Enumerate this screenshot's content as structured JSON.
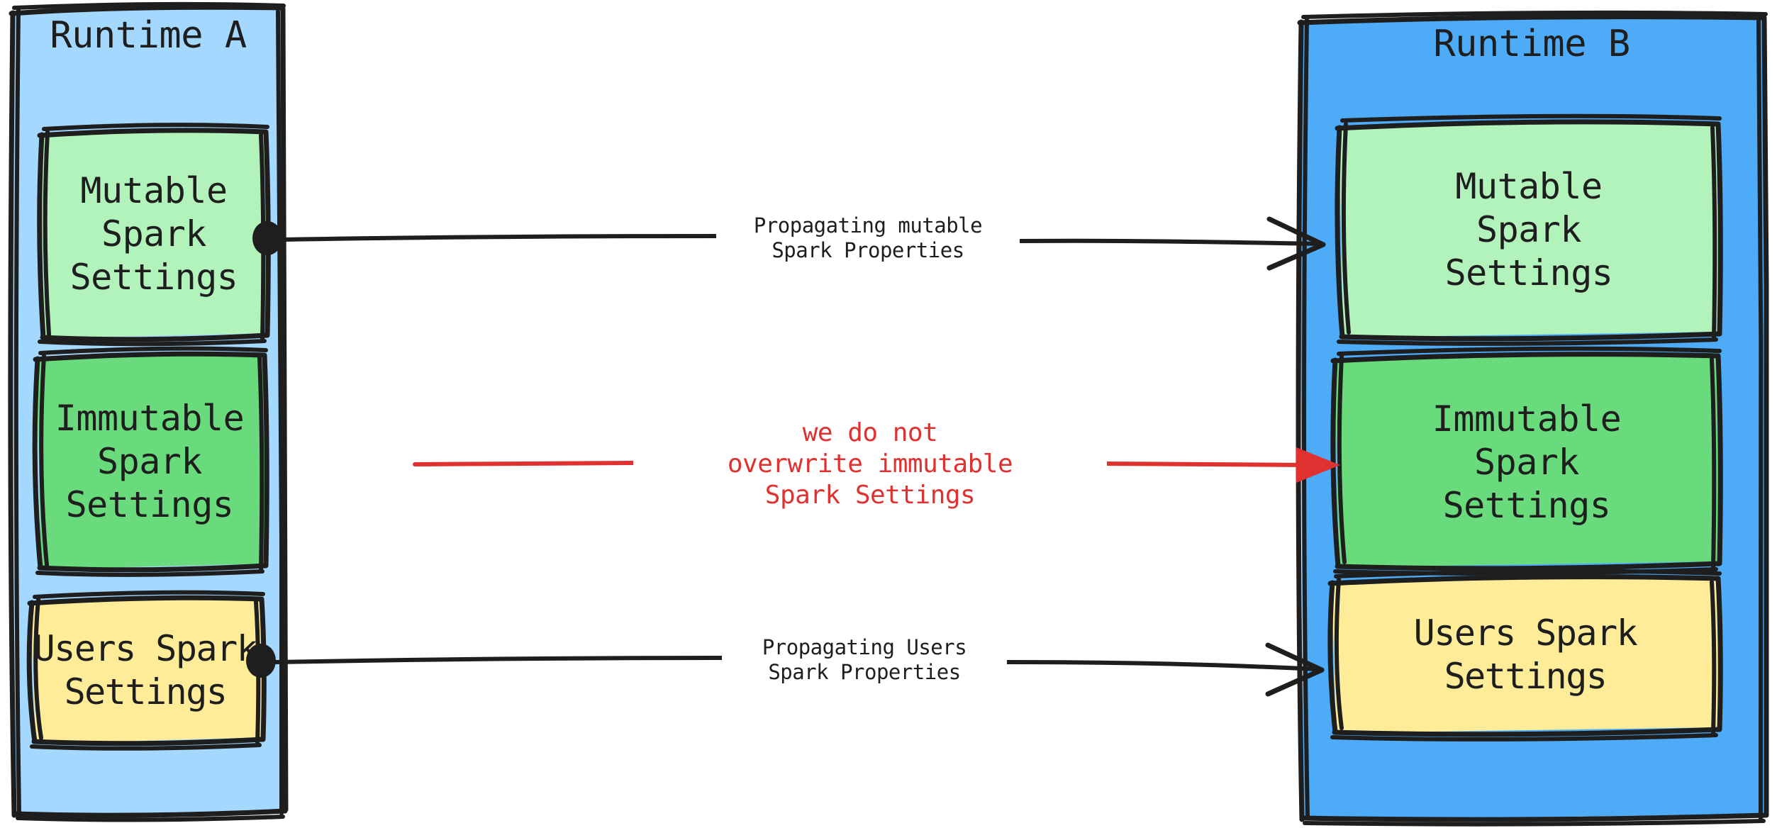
{
  "diagram": {
    "title": "Spark settings propagation between runtimes",
    "background": "#ffffff",
    "colors": {
      "stroke": "#1e1e1e",
      "red": "#e03131",
      "runtime_a_fill": "#a5d8ff",
      "runtime_b_fill": "#4dabf7",
      "mutable_fill": "#b2f2bb",
      "immutable_fill": "#69db7c",
      "users_fill": "#ffec99",
      "text": "#1e1e1e"
    }
  },
  "runtime_a": {
    "title": "Runtime A",
    "boxes": [
      {
        "id": "a-mutable",
        "label": "Mutable\nSpark\nSettings",
        "fill": "#b2f2bb"
      },
      {
        "id": "a-immutable",
        "label": "Immutable\nSpark\nSettings",
        "fill": "#69db7c"
      },
      {
        "id": "a-users",
        "label": "Users Spark\nSettings",
        "fill": "#ffec99"
      }
    ]
  },
  "runtime_b": {
    "title": "Runtime B",
    "boxes": [
      {
        "id": "b-mutable",
        "label": "Mutable\nSpark\nSettings",
        "fill": "#b2f2bb"
      },
      {
        "id": "b-immutable",
        "label": "Immutable\nSpark\nSettings",
        "fill": "#69db7c"
      },
      {
        "id": "b-users",
        "label": "Users Spark\nSettings",
        "fill": "#ffec99"
      }
    ]
  },
  "connectors": [
    {
      "id": "mutable-arrow",
      "label": "Propagating mutable\nSpark Properties",
      "color": "#1e1e1e",
      "from": "a-mutable",
      "to": "b-mutable",
      "start_marker": "dot",
      "end_marker": "arrow"
    },
    {
      "id": "immutable-arrow",
      "label": "we do not\noverwrite immutable\nSpark Settings",
      "color": "#e03131",
      "from": "a-immutable",
      "to": "b-immutable",
      "start_marker": "none",
      "end_marker": "arrow"
    },
    {
      "id": "users-arrow",
      "label": "Propagating Users\nSpark Properties",
      "color": "#1e1e1e",
      "from": "a-users",
      "to": "b-users",
      "start_marker": "dot",
      "end_marker": "arrow"
    }
  ]
}
